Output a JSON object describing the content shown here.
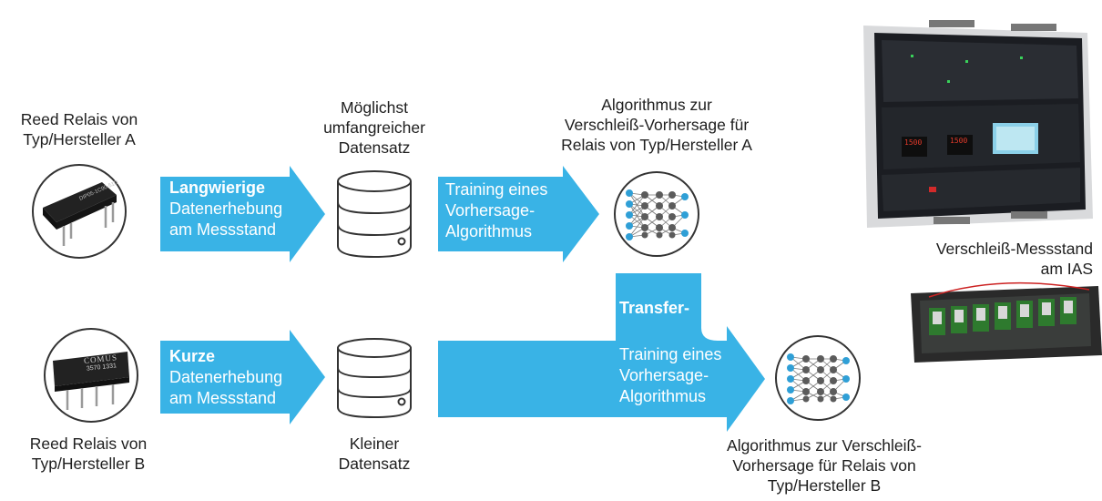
{
  "colors": {
    "arrow": "#39b3e6",
    "node_blue": "#2f9fd6",
    "node_gray": "#5b5b5b"
  },
  "top_row": {
    "relay_label": [
      "Reed Relais von",
      "Typ/Hersteller  A"
    ],
    "collection_arrow": {
      "bold": "Langwierige",
      "lines": [
        "Datenerhebung",
        "am Messstand"
      ]
    },
    "dataset_label": [
      "Möglichst",
      "umfangreicher",
      "Datensatz"
    ],
    "training_arrow": {
      "lines": [
        "Training eines",
        "Vorhersage-",
        "Algorithmus"
      ]
    },
    "algorithm_label": [
      "Algorithmus zur",
      "Verschleiß-Vorhersage für",
      "Relais von Typ/Hersteller  A"
    ]
  },
  "bottom_row": {
    "relay_label": [
      "Reed Relais von",
      "Typ/Hersteller  B"
    ],
    "relay_marking": [
      "COMUS",
      "3570 1331"
    ],
    "collection_arrow": {
      "bold": "Kurze",
      "lines": [
        "Datenerhebung",
        "am Messstand"
      ]
    },
    "dataset_label": [
      "Kleiner",
      "Datensatz"
    ],
    "transfer_label": "Transfer-",
    "training_arrow": {
      "lines": [
        "Training eines",
        "Vorhersage-",
        "Algorithmus"
      ]
    },
    "algorithm_label": [
      "Algorithmus zur Verschleiß-",
      "Vorhersage für Relais von",
      "Typ/Hersteller  B"
    ]
  },
  "test_stand_label": [
    "Verschleiß-Messstand",
    "am IAS"
  ],
  "stand_display": [
    "1500",
    "1500"
  ]
}
